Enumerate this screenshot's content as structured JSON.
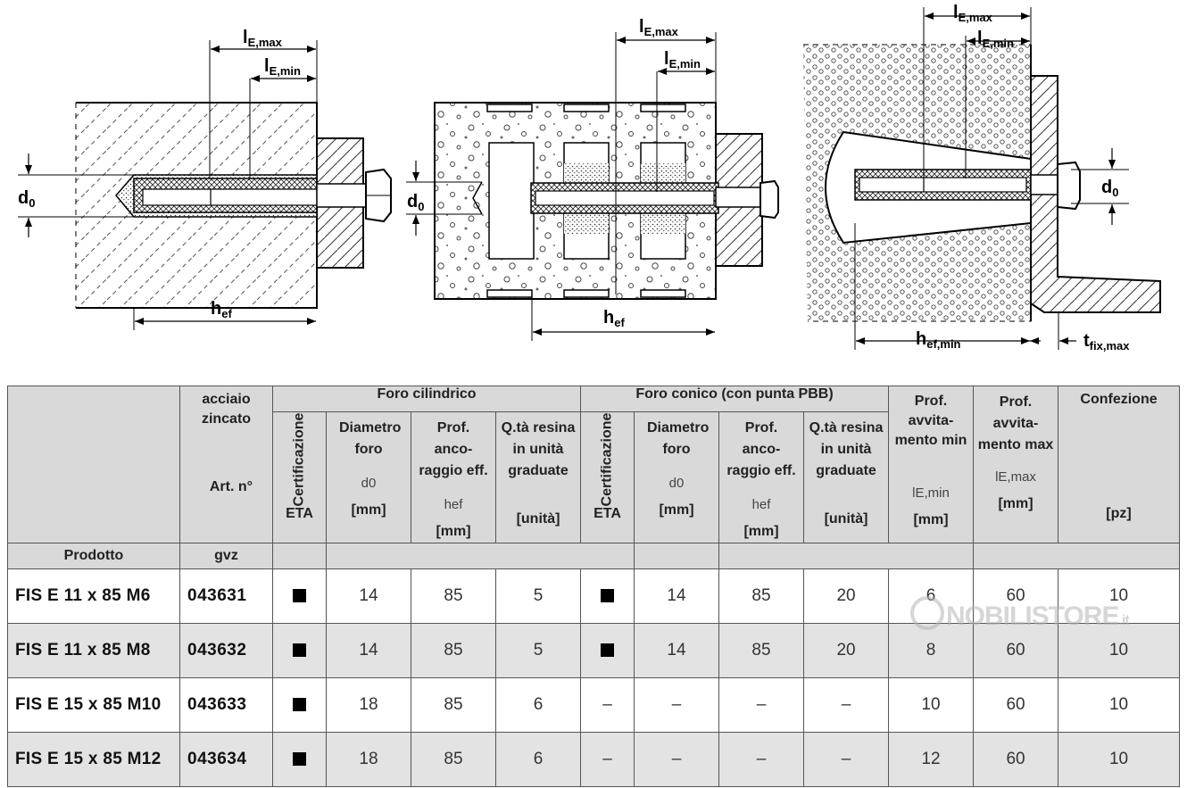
{
  "drawings": {
    "left": {
      "lemax": "l",
      "lemax_sub": "E,max",
      "lemin": "l",
      "lemin_sub": "E,min",
      "d0": "d",
      "d0_sub": "0",
      "hef": "h",
      "hef_sub": "ef"
    },
    "middle": {
      "lemax": "l",
      "lemax_sub": "E,max",
      "lemin": "l",
      "lemin_sub": "E,min",
      "d0": "d",
      "d0_sub": "0",
      "hef": "h",
      "hef_sub": "ef"
    },
    "right": {
      "lemax": "l",
      "lemax_sub": "E,max",
      "lemin": "l",
      "lemin_sub": "E,min",
      "d0": "d",
      "d0_sub": "0",
      "hefmin": "h",
      "hefmin_sub": "ef,min",
      "tfix": "t",
      "tfix_sub": "fix,max"
    }
  },
  "table": {
    "steel": "acciaio zincato",
    "art_label": "Art. n°",
    "group_cyl": "Foro cilindrico",
    "group_con": "Foro conico (con punta PBB)",
    "cert": "Certificazione",
    "eta": "ETA",
    "diam": "Diametro foro",
    "anch": "Prof. anco-raggio eff.",
    "resin": "Q.tà resina in unità graduate",
    "screw_min": "Prof. avvita-mento min",
    "screw_max": "Prof. avvita-mento max",
    "pack": "Confezione",
    "sym_d0": "d0",
    "sym_hef": "hef",
    "sym_lemin": "lE,min",
    "sym_lemax": "lE,max",
    "unit_mm": "[mm]",
    "unit_unita": "[unità]",
    "unit_pz": "[pz]",
    "product_label": "Prodotto",
    "gvz": "gvz",
    "rows": [
      {
        "product": "FIS E 11 x 85 M6",
        "art": "043631",
        "cyl_d0": "14",
        "cyl_hef": "85",
        "cyl_resin": "5",
        "con_d0": "14",
        "con_hef": "85",
        "con_resin": "20",
        "le_min": "6",
        "le_max": "60",
        "pack": "10"
      },
      {
        "product": "FIS E 11 x 85 M8",
        "art": "043632",
        "cyl_d0": "14",
        "cyl_hef": "85",
        "cyl_resin": "5",
        "con_d0": "14",
        "con_hef": "85",
        "con_resin": "20",
        "le_min": "8",
        "le_max": "60",
        "pack": "10"
      },
      {
        "product": "FIS E 15 x 85 M10",
        "art": "043633",
        "cyl_d0": "18",
        "cyl_hef": "85",
        "cyl_resin": "6",
        "con_d0": "–",
        "con_hef": "–",
        "con_resin": "–",
        "le_min": "10",
        "le_max": "60",
        "pack": "10"
      },
      {
        "product": "FIS E 15 x 85 M12",
        "art": "043634",
        "cyl_d0": "18",
        "cyl_hef": "85",
        "cyl_resin": "6",
        "con_d0": "–",
        "con_hef": "–",
        "con_resin": "–",
        "le_min": "12",
        "le_max": "60",
        "pack": "10"
      }
    ]
  },
  "watermark": {
    "brand": "NOBILISTORE",
    "tld": ".it"
  }
}
